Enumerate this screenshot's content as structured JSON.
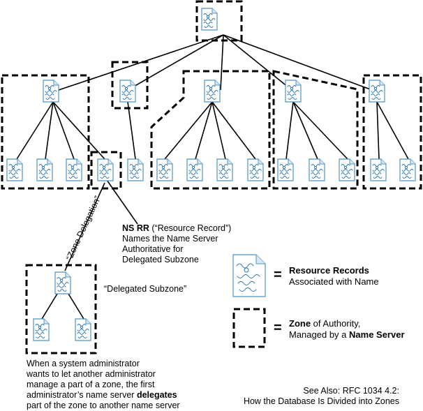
{
  "labels": {
    "zone_delegation": "“Zone Delegation”",
    "ns_rr": {
      "bold": "NS RR",
      "rest": " (“Resource Record”)",
      "line2": "Names the Name Server",
      "line3": "Authoritative for",
      "line4": "Delegated Subzone"
    },
    "delegated_subzone": "“Delegated Subzone”",
    "explanation": {
      "line1": "When a system administrator",
      "line2": "wants to let another administrator",
      "line3": "manage a part of a zone, the first",
      "line4_pre": "administrator’s name server ",
      "line4_bold": "delegates",
      "line5": "part of the zone to another name server"
    },
    "see_also": {
      "line1": "See Also: RFC 1034 4.2:",
      "line2": "How the Database Is Divided into Zones"
    }
  },
  "legend": {
    "equals": "=",
    "records": {
      "bold": "Resource Records",
      "line2": "Associated with Name"
    },
    "zone": {
      "bold": "Zone",
      "rest": " of Authority,",
      "line2_pre": "Managed by a ",
      "line2_bold": "Name Server"
    }
  },
  "colors": {
    "doc_outline": "#4f94c2",
    "doc_fold": "#d7e8f4",
    "squiggle": "#2f76ab",
    "zone_border": "#000000"
  },
  "icons": {
    "record": "document-icon",
    "zone": "dashed-box-icon"
  }
}
